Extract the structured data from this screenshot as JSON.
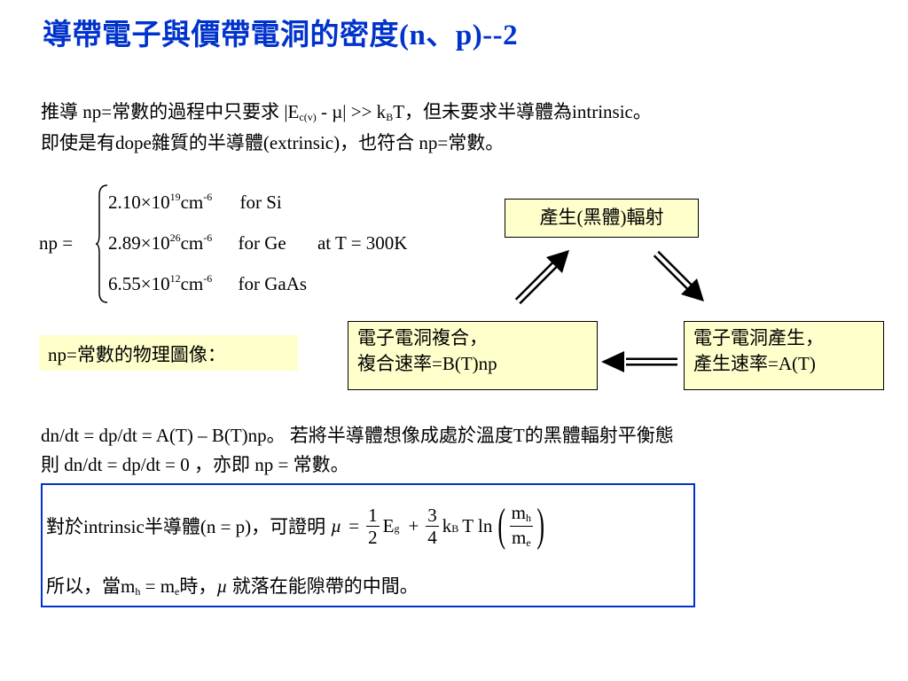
{
  "title": "導帶電子與價帶電洞的密度(n、p)--2",
  "intro": {
    "line1_a": "推導 np=常數的過程中只要求 |E",
    "line1_sub": "c(v)",
    "line1_b": " - µ| >> k",
    "line1_sub2": "B",
    "line1_c": "T，但未要求半導體為intrinsic。",
    "line2": "即使是有dope雜質的半導體(extrinsic)，也符合 np=常數。"
  },
  "np_formula": {
    "lhs": "np =",
    "rows": [
      {
        "mant": "2.10×10",
        "exp": "19",
        "unit": "cm",
        "unit_exp": "-6",
        "material": "for Si"
      },
      {
        "mant": "2.89×10",
        "exp": "26",
        "unit": "cm",
        "unit_exp": "-6",
        "material": "for Ge"
      },
      {
        "mant": "6.55×10",
        "exp": "12",
        "unit": "cm",
        "unit_exp": "-6",
        "material": "for GaAs"
      }
    ],
    "condition": "at T = 300K"
  },
  "diagram": {
    "top_box": "產生(黑體)輻射",
    "left_box_line1": "電子電洞複合，",
    "left_box_line2": "複合速率=B(T)np",
    "right_box_line1": "電子電洞產生，",
    "right_box_line2": "產生速率=A(T)"
  },
  "physical_label": "np=常數的物理圖像：",
  "explanation": {
    "line1": "dn/dt = dp/dt = A(T) – B(T)np。 若將半導體想像成處於溫度T的黑體輻射平衡態",
    "line2": "則 dn/dt = dp/dt = 0 ，亦即 np = 常數。"
  },
  "conclusion": {
    "line1_text": "對於intrinsic半導體(n = p)，可證明",
    "mu": "µ",
    "eq": "=",
    "f1_num": "1",
    "f1_den": "2",
    "Eg": "E",
    "Eg_sub": "g",
    "plus": "+",
    "f2_num": "3",
    "f2_den": "4",
    "kB": "k",
    "kB_sub": "B",
    "Tln": "T ln",
    "mh": "m",
    "mh_sub": "h",
    "me": "m",
    "me_sub": "e",
    "line2_a": "所以，當",
    "line2_mh": "m",
    "line2_mh_sub": "h",
    "line2_eq": "=",
    "line2_me": "m",
    "line2_me_sub": "e",
    "line2_b": "時，",
    "line2_mu": "µ",
    "line2_c": "就落在能隙帶的中間。"
  },
  "colors": {
    "title": "#0033cc",
    "box_fill": "#ffffcc",
    "border_blue": "#0033cc"
  }
}
